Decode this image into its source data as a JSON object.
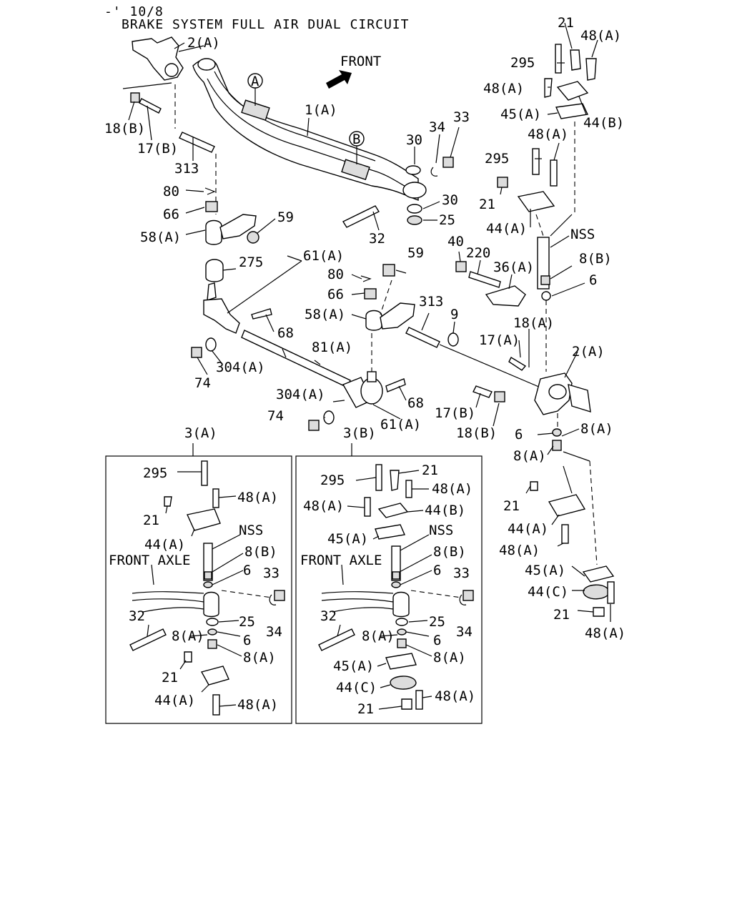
{
  "header": {
    "code": "-' 10/8",
    "title": "BRAKE SYSTEM FULL AIR DUAL CIRCUIT"
  },
  "marks": {
    "front": "FRONT",
    "ref_a": "A",
    "ref_b": "B"
  },
  "main_labels": {
    "p2a_top": "2(A)",
    "p18b_top": "18(B)",
    "p17b_top": "17(B)",
    "p313_left": "313",
    "p80_left": "80",
    "p66_left": "66",
    "p59_left": "59",
    "p58a_left": "58(A)",
    "p275": "275",
    "p61a_top": "61(A)",
    "p68_left": "68",
    "p74_left": "74",
    "p304a_left": "304(A)",
    "p1a": "1(A)",
    "p30_top": "30",
    "p34_top": "34",
    "p33_top": "33",
    "p30_mid": "30",
    "p25_mid": "25",
    "p32_mid": "32",
    "p59_mid": "59",
    "p80_mid": "80",
    "p66_mid": "66",
    "p58a_mid": "58(A)",
    "p313_mid": "313",
    "p9": "9",
    "p81a": "81(A)",
    "p304a_mid": "304(A)",
    "p74_mid": "74",
    "p68_mid": "68",
    "p61a_mid": "61(A)",
    "p17b_mid": "17(B)",
    "p18b_mid": "18(B)",
    "r21_top": "21",
    "r48a_top": "48(A)",
    "r295_top": "295",
    "r48a_2": "48(A)",
    "r45a_top": "45(A)",
    "r44b_top": "44(B)",
    "r48a_3": "48(A)",
    "r295_2": "295",
    "r21_2": "21",
    "r44a_top": "44(A)",
    "r_nss": "NSS",
    "r8b": "8(B)",
    "r6_top": "6",
    "r40": "40",
    "r220": "220",
    "r36a": "36(A)",
    "r18a": "18(A)",
    "r17a": "17(A)",
    "r2a": "2(A)",
    "r6_low": "6",
    "r8a_1": "8(A)",
    "r8a_2": "8(A)",
    "r21_3": "21",
    "r44a_low": "44(A)",
    "r48a_low": "48(A)",
    "r45a_low": "45(A)",
    "r44c": "44(C)",
    "r21_4": "21",
    "r48a_4": "48(A)"
  },
  "box_a": {
    "title": "3(A)",
    "p295": "295",
    "p48a_1": "48(A)",
    "p21_1": "21",
    "p44a_1": "44(A)",
    "nss": "NSS",
    "p8b": "8(B)",
    "front_axle": "FRONT AXLE",
    "p6_1": "6",
    "p33": "33",
    "p32": "32",
    "p25": "25",
    "p34": "34",
    "p8a_1": "8(A)",
    "p6_2": "6",
    "p8a_2": "8(A)",
    "p21_2": "21",
    "p44a_2": "44(A)",
    "p48a_2": "48(A)"
  },
  "box_b": {
    "title": "3(B)",
    "p295": "295",
    "p21_1": "21",
    "p48a_1": "48(A)",
    "p48a_2": "48(A)",
    "p44b": "44(B)",
    "p45a_1": "45(A)",
    "nss": "NSS",
    "front_axle": "FRONT AXLE",
    "p8b": "8(B)",
    "p6_1": "6",
    "p33": "33",
    "p32": "32",
    "p25": "25",
    "p34": "34",
    "p8a_1": "8(A)",
    "p6_2": "6",
    "p8a_2": "8(A)",
    "p45a_2": "45(A)",
    "p44c": "44(C)",
    "p48a_3": "48(A)",
    "p21_2": "21"
  }
}
